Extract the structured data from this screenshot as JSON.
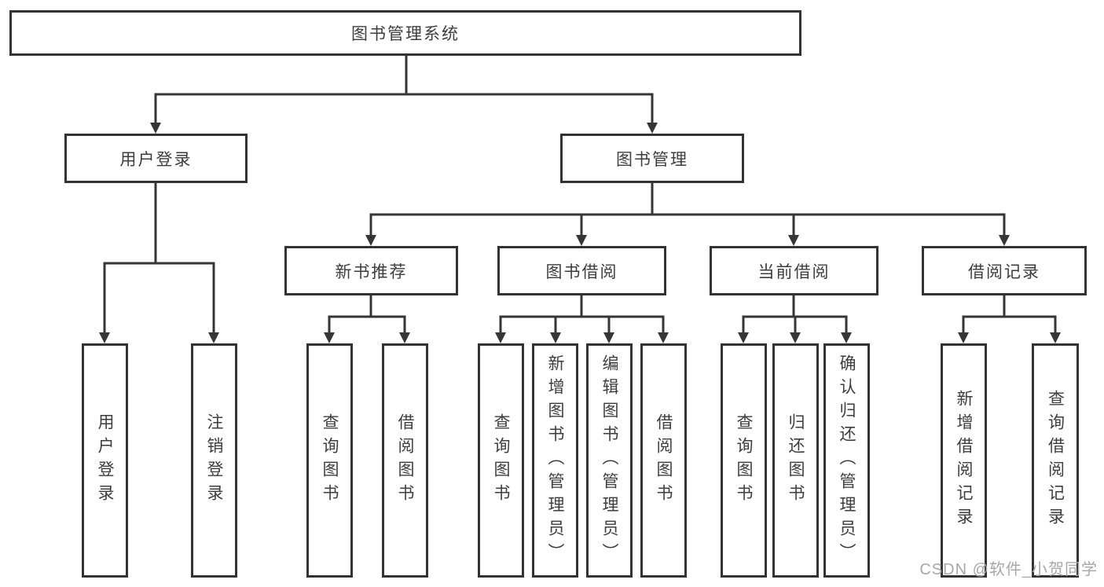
{
  "diagram": {
    "type": "hierarchy-tree",
    "label": "图书管理系统",
    "children": [
      {
        "label": "用户登录",
        "children": [
          {
            "label": "用户登录"
          },
          {
            "label": "注销登录"
          }
        ]
      },
      {
        "label": "图书管理",
        "children": [
          {
            "label": "新书推荐",
            "children": [
              {
                "label": "查询图书"
              },
              {
                "label": "借阅图书"
              }
            ]
          },
          {
            "label": "图书借阅",
            "children": [
              {
                "label": "查询图书"
              },
              {
                "label": "新增图书（管理员）"
              },
              {
                "label": "编辑图书（管理员）"
              },
              {
                "label": "借阅图书"
              }
            ]
          },
          {
            "label": "当前借阅",
            "children": [
              {
                "label": "查询图书"
              },
              {
                "label": "归还图书"
              },
              {
                "label": "确认归还（管理员）"
              }
            ]
          },
          {
            "label": "借阅记录",
            "children": [
              {
                "label": "新增借阅记录"
              },
              {
                "label": "查询借阅记录"
              }
            ]
          }
        ]
      }
    ]
  },
  "watermark": {
    "text": "CSDN @软件_小贺同学"
  },
  "colors": {
    "line": "#363636",
    "box_border": "#333333",
    "text": "#3d3d3d",
    "background": "#ffffff",
    "watermark": "#a8a8a8"
  }
}
